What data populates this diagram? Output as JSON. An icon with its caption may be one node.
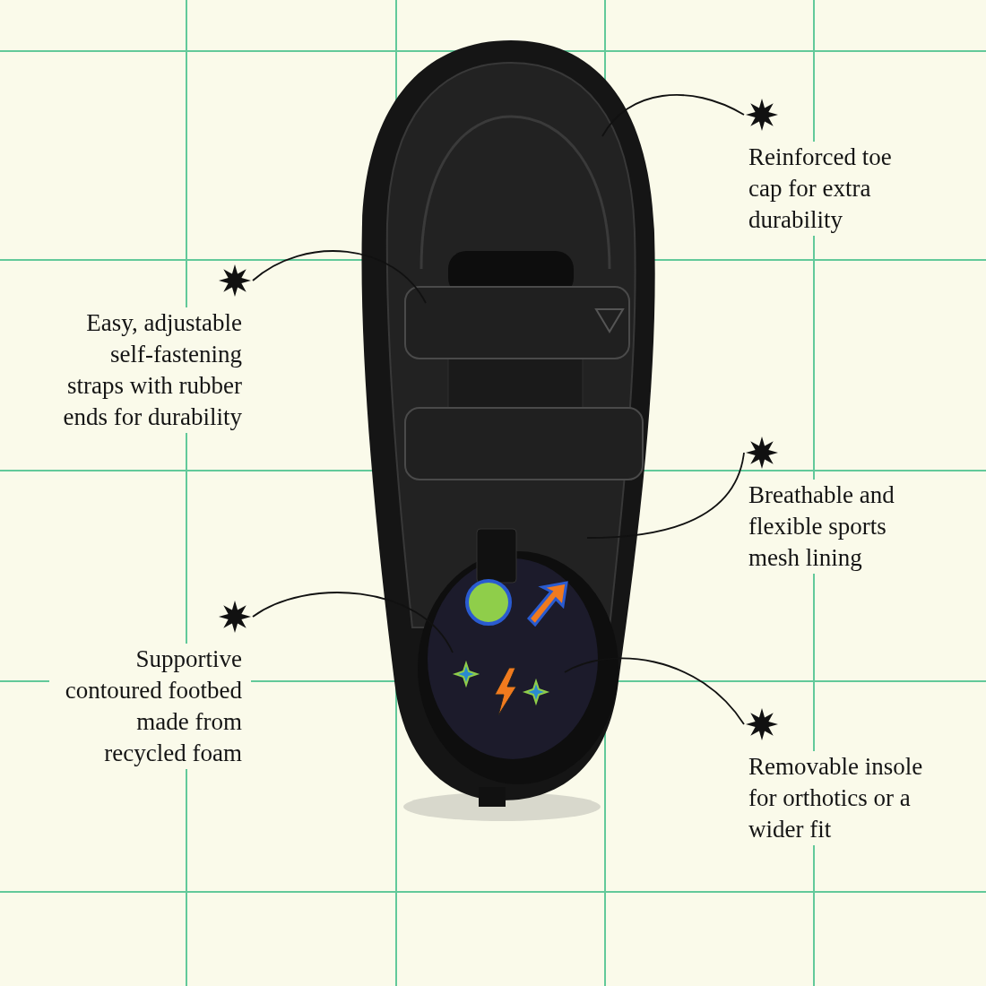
{
  "diagram": {
    "nodes": [
      {
        "text": [
          "Reinforced toe cap for extra durability"
        ]
      },
      {
        "text": [
          "Easy, adjustable self-fastening straps with rubber ends for durability"
        ]
      },
      {
        "text": [
          "Breathable and flexible sports mesh lining"
        ]
      },
      {
        "text": [
          "Supportive contoured footbed made from recycled foam"
        ]
      },
      {
        "text": [
          "Removable insole for orthotics or a wider fit"
        ]
      }
    ],
    "edges": [
      {
        "from": 0,
        "to": null,
        "arrow": "none"
      },
      {
        "from": 1,
        "to": null,
        "arrow": "none"
      },
      {
        "from": 2,
        "to": null,
        "arrow": "none"
      },
      {
        "from": 3,
        "to": null,
        "arrow": "none"
      },
      {
        "from": 4,
        "to": null,
        "arrow": "none"
      }
    ]
  }
}
